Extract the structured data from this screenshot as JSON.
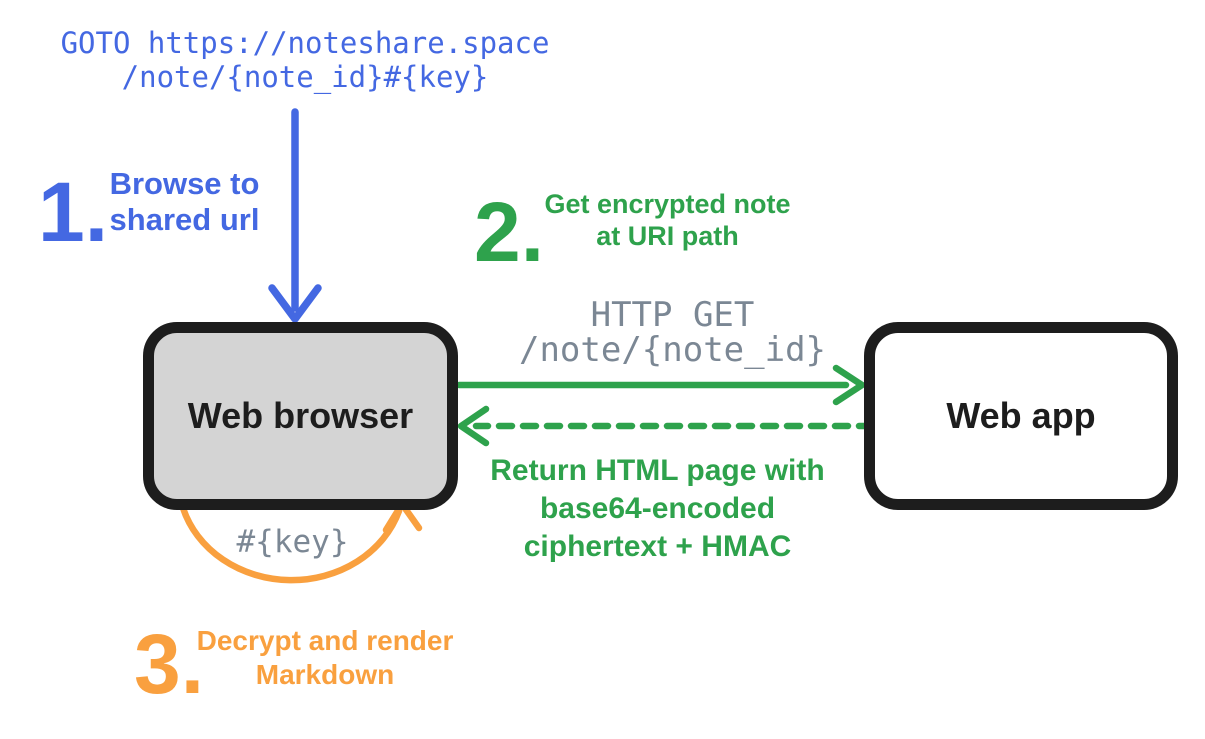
{
  "colors": {
    "blue": "#4468e2",
    "green": "#2ea24c",
    "orange": "#f9a03f",
    "gray_code": "#7b8794",
    "node_border": "#1d1d1d",
    "browser_fill": "#d4d4d4",
    "app_fill": "#ffffff"
  },
  "goto_url": {
    "line1": "GOTO https://noteshare.space",
    "line2": "/note/{note_id}#{key}"
  },
  "steps": [
    {
      "number": "1.",
      "lines": [
        "Browse to",
        "shared url"
      ]
    },
    {
      "number": "2.",
      "lines": [
        "Get encrypted note",
        "at URI path"
      ]
    },
    {
      "number": "3.",
      "lines": [
        "Decrypt and render",
        "Markdown"
      ]
    }
  ],
  "http_request": {
    "line1": "HTTP GET",
    "line2": "/note/{note_id}"
  },
  "http_response": {
    "line1": "Return HTML page with",
    "line2": "base64-encoded",
    "line3": "ciphertext + HMAC"
  },
  "key_fragment": "#{key}",
  "nodes": {
    "browser_label": "Web browser",
    "app_label": "Web app"
  }
}
